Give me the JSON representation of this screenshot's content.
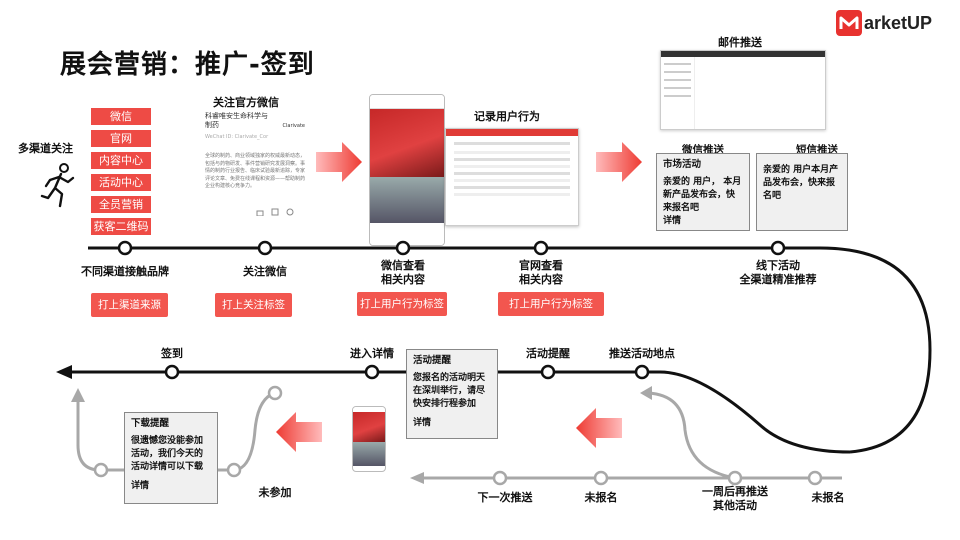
{
  "title": "展会营销：推广-签到",
  "logo": {
    "text": "arketUP"
  },
  "channel": {
    "heading": "多渠道关注",
    "items": [
      "微信",
      "官网",
      "内容中心",
      "活动中心",
      "全员营销",
      "获客二维码"
    ]
  },
  "wechat": {
    "heading": "关注官方微信",
    "account": "科睿唯安生命科学与制药",
    "en": "Clarivate",
    "id": "WeChat ID: Clarivate_Cor",
    "desc": "全球的制药、商业领域独家的权威最新动态，包括与药物研发、事件营销研究发展洞察。事情的制药行业报告、临床试验最新追踪，专家评论文章、免费在线课程和资源——帮助制药企业构建核心竞争力。"
  },
  "record_heading": "记录用户行为",
  "email_heading": "邮件推送",
  "wechat_push": {
    "heading": "微信推送",
    "title": "市场活动",
    "body": "亲爱的 用户， 本月新产品发布会，快来报名吧",
    "detail": "详情"
  },
  "sms_push": {
    "heading": "短信推送",
    "body": "亲爱的 用户本月产品发布会，快来报名吧"
  },
  "top_nodes": [
    {
      "label": "不同渠道接触品牌",
      "tag": "打上渠道来源"
    },
    {
      "label": "关注微信",
      "tag": "打上关注标签"
    },
    {
      "label1": "微信查看",
      "label2": "相关内容",
      "tag": "打上用户行为标签"
    },
    {
      "label1": "官网查看",
      "label2": "相关内容",
      "tag": "打上用户行为标签"
    },
    {
      "label1": "线下活动",
      "label2": "全渠道精准推荐"
    }
  ],
  "middle": {
    "checkin": "签到",
    "enter_detail": "进入详情",
    "activity_remind": "活动提醒",
    "push_location": "推送活动地点"
  },
  "remind_card": {
    "title": "活动提醒",
    "body": "您报名的活动明天在深圳举行，请尽快安排行程参加",
    "detail": "详情"
  },
  "download_card": {
    "title": "下载提醒",
    "body": "很遗憾您没能参加活动，我们今天的活动详情可以下载",
    "detail": "详情"
  },
  "bottom": {
    "not_attend": "未参加",
    "next_push": "下一次推送",
    "not_signed1": "未报名",
    "week_push1": "一周后再推送",
    "week_push2": "其他活动",
    "not_signed2": "未报名"
  },
  "colors": {
    "accent": "#ee4b45",
    "line_dark": "#111111",
    "line_grey": "#a8a8a8"
  }
}
